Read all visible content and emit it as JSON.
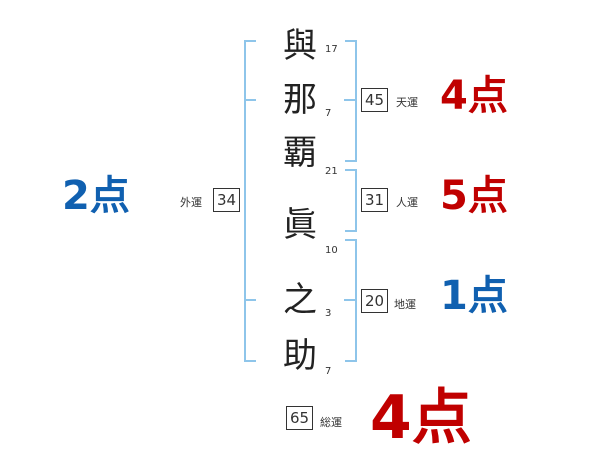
{
  "name_chars": [
    {
      "char": "與",
      "strokes": "17"
    },
    {
      "char": "那",
      "strokes": "7"
    },
    {
      "char": "覇",
      "strokes": "21"
    },
    {
      "char": "眞",
      "strokes": "10"
    },
    {
      "char": "之",
      "strokes": "3"
    },
    {
      "char": "助",
      "strokes": "7"
    }
  ],
  "fortunes": {
    "tenun": {
      "label": "天運",
      "value": "45",
      "score": "4点"
    },
    "jinun": {
      "label": "人運",
      "value": "31",
      "score": "5点"
    },
    "chiun": {
      "label": "地運",
      "value": "20",
      "score": "1点"
    },
    "gaiun": {
      "label": "外運",
      "value": "34",
      "score": "2点"
    },
    "souun": {
      "label": "総運",
      "value": "65",
      "score": "4点"
    }
  },
  "colors": {
    "good": "#c00000",
    "bad": "#1060b0",
    "bracket": "#8ec5ea"
  }
}
